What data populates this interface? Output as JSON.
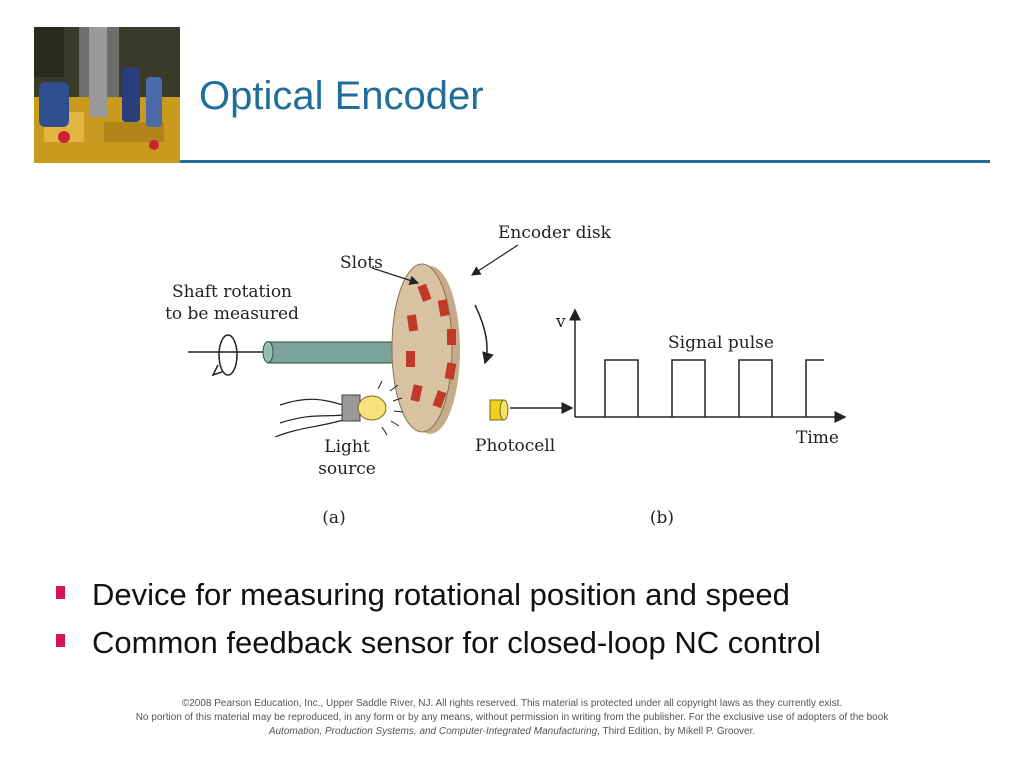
{
  "title": "Optical Encoder",
  "diagram": {
    "labels": {
      "shaft_line1": "Shaft rotation",
      "shaft_line2": "to be measured",
      "slots": "Slots",
      "encoder_disk": "Encoder disk",
      "light_line1": "Light",
      "light_line2": "source",
      "photocell": "Photocell",
      "panel_a": "(a)",
      "panel_b": "(b)",
      "y_axis": "v",
      "signal_pulse": "Signal pulse",
      "time": "Time"
    },
    "colors": {
      "shaft": "#7aa39a",
      "disk": "#d9c2a2",
      "slot": "#c0392b",
      "bulb": "#f5e27a",
      "photocell": "#f0d21e"
    },
    "pulse_count": 4
  },
  "bullets": [
    "Device for measuring rotational position and speed",
    "Common feedback sensor for closed-loop NC control"
  ],
  "footer": {
    "line1": "©2008 Pearson Education, Inc., Upper Saddle River, NJ.  All rights reserved.  This material is protected under all copyright laws as they currently exist.",
    "line2": "No portion of this material may be reproduced, in any form or by any means, without permission in writing from the publisher.  For the exclusive use of adopters of the book",
    "line3_italic": "Automation, Production Systems, and Computer-Integrated Manufacturing",
    "line3_rest": ", Third Edition, by Mikell P. Groover."
  }
}
